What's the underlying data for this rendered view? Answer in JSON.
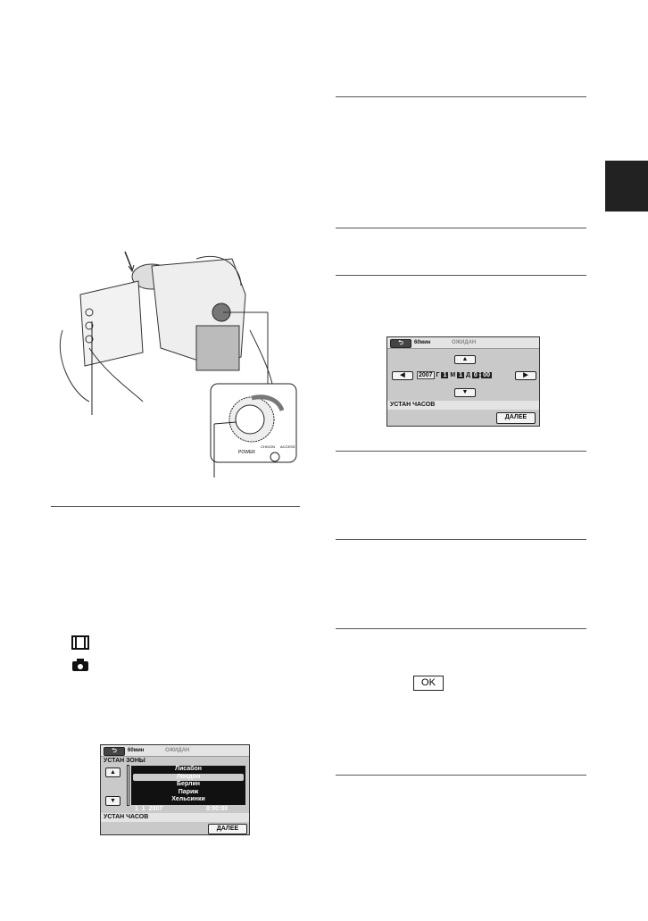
{
  "illustration": {
    "dial_labels": [
      "POWER",
      "CHG/ON",
      "ACCESS"
    ]
  },
  "icons": [
    "film-icon",
    "camera-icon"
  ],
  "screen_clock": {
    "battery": "60мин",
    "status": "ОЖИДАН",
    "year": "2007",
    "year_unit": "Г",
    "month": "1",
    "month_unit": "М",
    "day": "1",
    "day_unit": "Д",
    "hour": "0",
    "minute": "00",
    "footer_title": "УСТАН ЧАСОВ",
    "next_label": "ДАЛЕЕ"
  },
  "screen_zone": {
    "battery": "60мин",
    "status": "ОЖИДАН",
    "header": "УСТАН ЗОНЫ",
    "cities": [
      "Лисабон",
      "Лондон",
      "Берлин",
      "Париж",
      "Хельсинки"
    ],
    "selected_city": "Лондон",
    "date": "1  1  2007",
    "time": "0:00:00",
    "footer_title": "УСТАН ЧАСОВ",
    "next_label": "ДАЛЕЕ"
  },
  "ok_label": "OK"
}
